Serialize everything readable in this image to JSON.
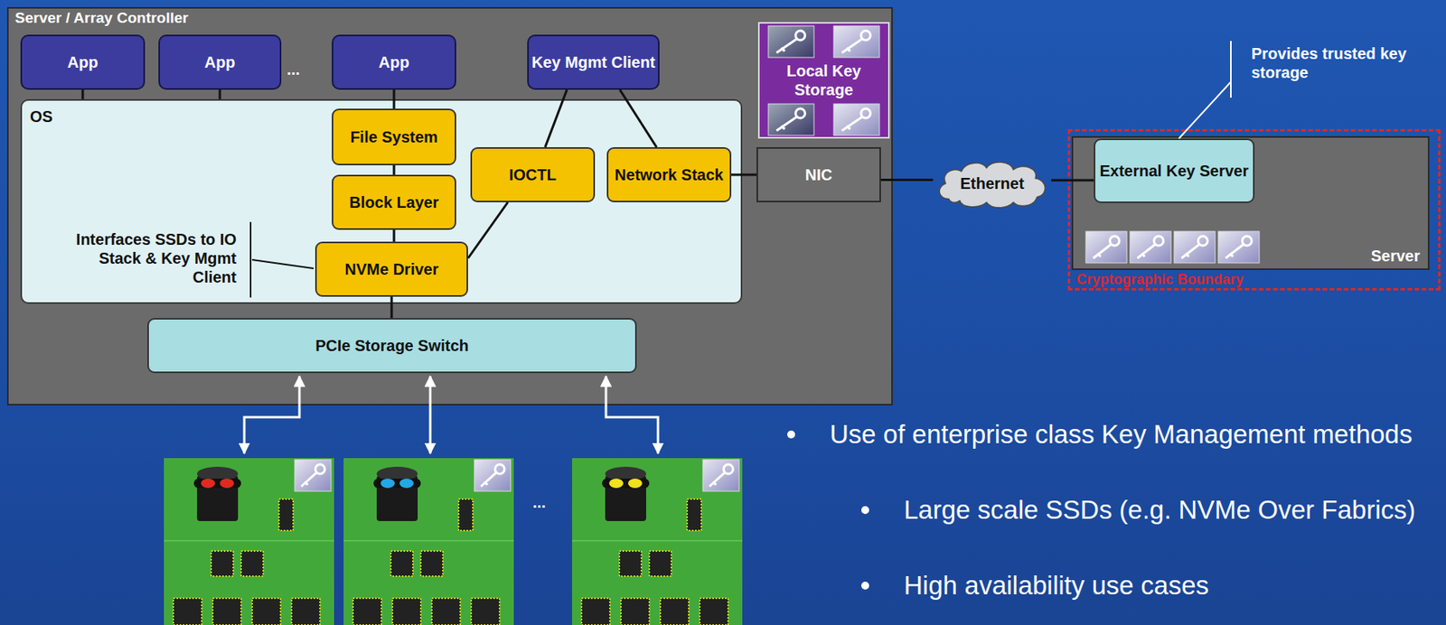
{
  "diagram": {
    "nodes": [
      {
        "text": [
          "Server / Array Controller"
        ]
      },
      {
        "text": [
          "App"
        ],
        "in": 0
      },
      {
        "text": [
          "App"
        ],
        "in": 0
      },
      {
        "text": [
          "App"
        ],
        "in": 0
      },
      {
        "text": [
          "Key Mgmt Client"
        ],
        "in": 0
      },
      {
        "text": [
          "Local Key Storage"
        ],
        "in": 0
      },
      {
        "text": [
          "OS"
        ],
        "in": 0
      },
      {
        "text": [
          "File System"
        ],
        "in": 6
      },
      {
        "text": [
          "IOCTL"
        ],
        "in": 6
      },
      {
        "text": [
          "Network Stack"
        ],
        "in": 6
      },
      {
        "text": [
          "Block Layer"
        ],
        "in": 6
      },
      {
        "text": [
          "NVMe Driver"
        ],
        "in": 6
      },
      {
        "text": [
          "NIC"
        ],
        "in": 0
      },
      {
        "text": [
          "PCIe Storage Switch"
        ],
        "in": 0
      },
      {
        "text": [
          "Ethernet"
        ]
      },
      {
        "text": [
          "Cryptographic Boundary"
        ]
      },
      {
        "text": [
          "Server"
        ],
        "in": 15
      },
      {
        "text": [
          "External Key Server"
        ],
        "in": 16
      }
    ],
    "edges": [
      {
        "from": 1,
        "to": 6,
        "arrow": "none"
      },
      {
        "from": 2,
        "to": 6,
        "arrow": "none"
      },
      {
        "from": 3,
        "to": 7,
        "arrow": "none"
      },
      {
        "from": 7,
        "to": 10,
        "arrow": "none"
      },
      {
        "from": 10,
        "to": 11,
        "arrow": "none"
      },
      {
        "from": 11,
        "to": 13,
        "arrow": "none"
      },
      {
        "from": 11,
        "to": 8,
        "arrow": "none"
      },
      {
        "from": 4,
        "to": 8,
        "arrow": "none"
      },
      {
        "from": 4,
        "to": 9,
        "arrow": "none"
      },
      {
        "from": 9,
        "to": 12,
        "arrow": "none"
      },
      {
        "from": 12,
        "to": 14,
        "arrow": "none"
      },
      {
        "from": 14,
        "to": 17,
        "arrow": "none"
      }
    ],
    "labels": [
      "...",
      "Interfaces SSDs to IO Stack & Key Mgmt Client",
      "Provides trusted key storage",
      "...",
      "Use of enterprise class Key Management methods",
      "Large scale SSDs (e.g. NVMe Over Fabrics)",
      "High availability use cases"
    ]
  }
}
